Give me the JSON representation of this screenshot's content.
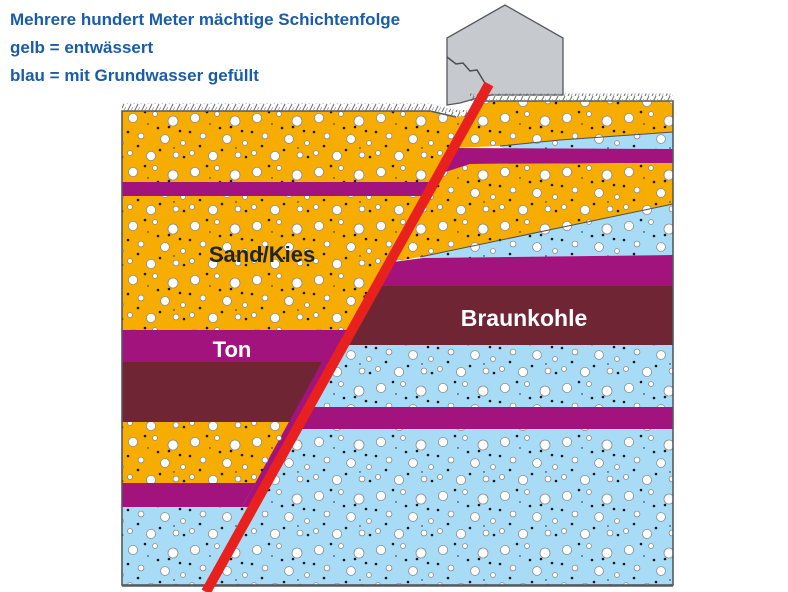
{
  "title": {
    "line1": "Mehrere hundert Meter mächtige Schichtenfolge",
    "line2": "gelb = entwässert",
    "line3": "blau = mit Grundwasser gefüllt"
  },
  "diagram": {
    "labels": {
      "sand_gravel": "Sand/Kies",
      "clay": "Ton",
      "lignite": "Braunkohle"
    },
    "colors": {
      "dry_sand": "#F7AC00",
      "wet_sand": "#A8DBF5",
      "clay": "#A2137E",
      "lignite": "#6F2533",
      "fault_line": "#E8211E",
      "building": "#C6C9CE",
      "title_text": "#1A5CA8",
      "label_dark": "#22242C",
      "label_light": "#FFFFFF",
      "outline": "#555A60"
    }
  }
}
